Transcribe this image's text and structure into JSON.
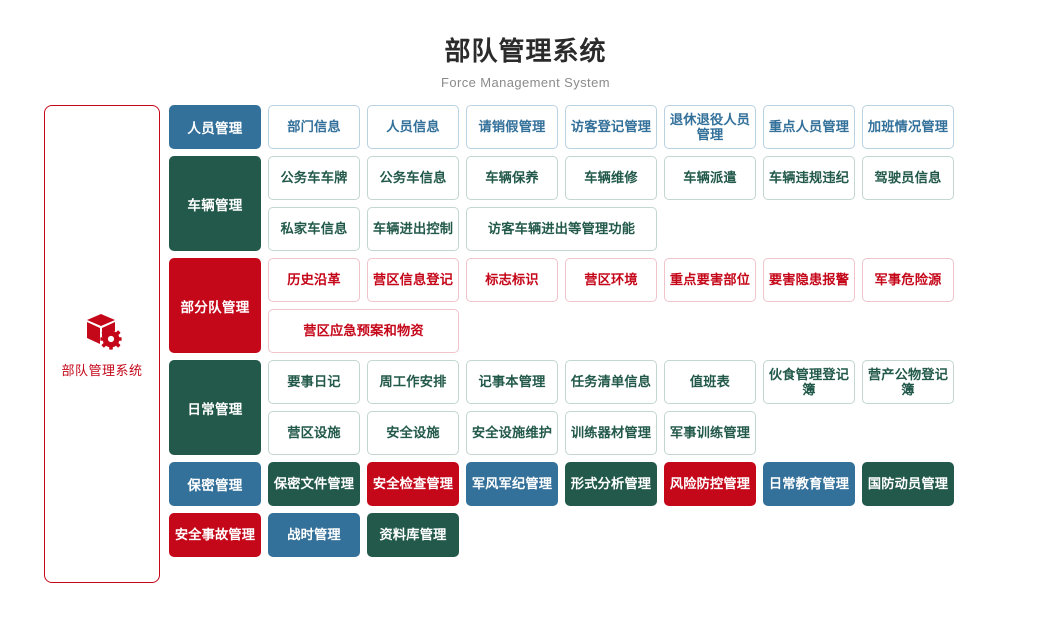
{
  "header": {
    "title": "部队管理系统",
    "subtitle": "Force Management System"
  },
  "sidebar": {
    "icon": "cube-gear-icon",
    "label": "部队管理系统",
    "border_color": "#c5071a"
  },
  "palette": {
    "blue": "#33709a",
    "green": "#22594a",
    "red": "#c5071a",
    "blue_border": "#b9d2e2",
    "green_border": "#c3d6d0",
    "red_border": "#f0c4ca",
    "title_color": "#2b2b2b",
    "subtitle_color": "#8b8b8b"
  },
  "categories": [
    {
      "name": "人员管理",
      "color": "blue",
      "style": "outline",
      "lines": [
        [
          {
            "label": "部门信息"
          },
          {
            "label": "人员信息"
          },
          {
            "label": "请销假管理"
          },
          {
            "label": "访客登记管理"
          },
          {
            "label": "退休退役人员管理"
          },
          {
            "label": "重点人员管理"
          },
          {
            "label": "加班情况管理"
          }
        ]
      ]
    },
    {
      "name": "车辆管理",
      "color": "green",
      "style": "outline",
      "lines": [
        [
          {
            "label": "公务车车牌"
          },
          {
            "label": "公务车信息"
          },
          {
            "label": "车辆保养"
          },
          {
            "label": "车辆维修"
          },
          {
            "label": "车辆派遣"
          },
          {
            "label": "车辆违规违纪"
          },
          {
            "label": "驾驶员信息"
          }
        ],
        [
          {
            "label": "私家车信息"
          },
          {
            "label": "车辆进出控制"
          },
          {
            "label": "访客车辆进出等管理功能",
            "span": 2
          }
        ]
      ]
    },
    {
      "name": "部分队管理",
      "color": "red",
      "style": "outline",
      "lines": [
        [
          {
            "label": "历史沿革"
          },
          {
            "label": "营区信息登记"
          },
          {
            "label": "标志标识"
          },
          {
            "label": "营区环境"
          },
          {
            "label": "重点要害部位"
          },
          {
            "label": "要害隐患报警"
          },
          {
            "label": "军事危险源"
          }
        ],
        [
          {
            "label": "营区应急预案和物资",
            "span": 2
          }
        ]
      ]
    },
    {
      "name": "日常管理",
      "color": "green",
      "style": "outline",
      "lines": [
        [
          {
            "label": "要事日记"
          },
          {
            "label": "周工作安排"
          },
          {
            "label": "记事本管理"
          },
          {
            "label": "任务清单信息"
          },
          {
            "label": "值班表"
          },
          {
            "label": "伙食管理登记簿"
          },
          {
            "label": "营产公物登记簿"
          }
        ],
        [
          {
            "label": "营区设施"
          },
          {
            "label": "安全设施"
          },
          {
            "label": "安全设施维护"
          },
          {
            "label": "训练器材管理"
          },
          {
            "label": "军事训练管理"
          }
        ]
      ]
    },
    {
      "name": "保密管理",
      "color": "blue",
      "style": "filled",
      "lines": [
        [
          {
            "label": "保密文件管理",
            "color": "green"
          },
          {
            "label": "安全检查管理",
            "color": "red"
          },
          {
            "label": "军风军纪管理",
            "color": "blue"
          },
          {
            "label": "形式分析管理",
            "color": "green"
          },
          {
            "label": "风险防控管理",
            "color": "red"
          },
          {
            "label": "日常教育管理",
            "color": "blue"
          },
          {
            "label": "国防动员管理",
            "color": "green"
          }
        ]
      ],
      "trailing_lines": [
        [
          {
            "label": "安全事故管理",
            "color": "red"
          },
          {
            "label": "战时管理",
            "color": "blue"
          },
          {
            "label": "资料库管理",
            "color": "green"
          }
        ]
      ]
    }
  ]
}
